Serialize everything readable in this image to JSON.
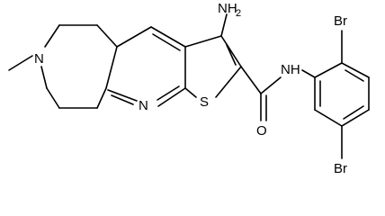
{
  "molecule": {
    "atoms": {
      "amino_N": "NH",
      "amino_sub": "2",
      "ring_N_methyl": "N",
      "pyridine_N": "N",
      "thiophene_S": "S",
      "amide_N": "NH",
      "carbonyl_O": "O",
      "bromo_top": "Br",
      "bromo_bottom": "Br"
    }
  }
}
